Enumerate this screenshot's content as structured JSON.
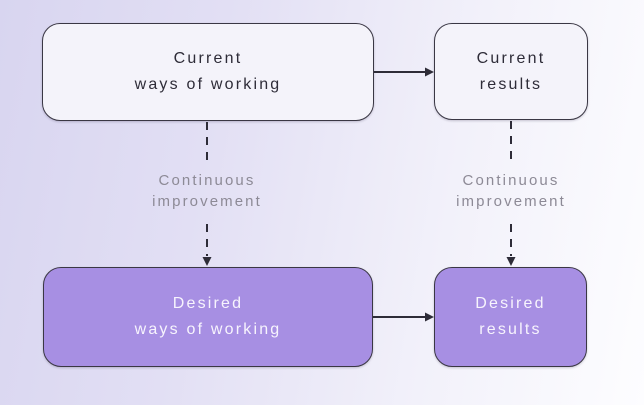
{
  "diagram": {
    "boxes": [
      {
        "id": "current-ways-of-working",
        "line1": "Current",
        "line2": "ways of working",
        "variant": "light"
      },
      {
        "id": "current-results",
        "line1": "Current",
        "line2": "results",
        "variant": "light"
      },
      {
        "id": "desired-ways-of-working",
        "line1": "Desired",
        "line2": "ways of working",
        "variant": "purple"
      },
      {
        "id": "desired-results",
        "line1": "Desired",
        "line2": "results",
        "variant": "purple"
      }
    ],
    "connector_labels": [
      {
        "line1": "Continuous",
        "line2": "improvement"
      },
      {
        "line1": "Continuous",
        "line2": "improvement"
      }
    ],
    "colors": {
      "background_start": "#d8d5f0",
      "background_end": "#fdfdff",
      "light_box_fill": "#f4f3fa",
      "purple_box_fill": "#a78fe3",
      "box_border": "#3a3744",
      "dark_text": "#2e2c38",
      "light_text": "#f7f4fd",
      "label_text": "#8d8a96",
      "arrow": "#2e2c38"
    }
  }
}
